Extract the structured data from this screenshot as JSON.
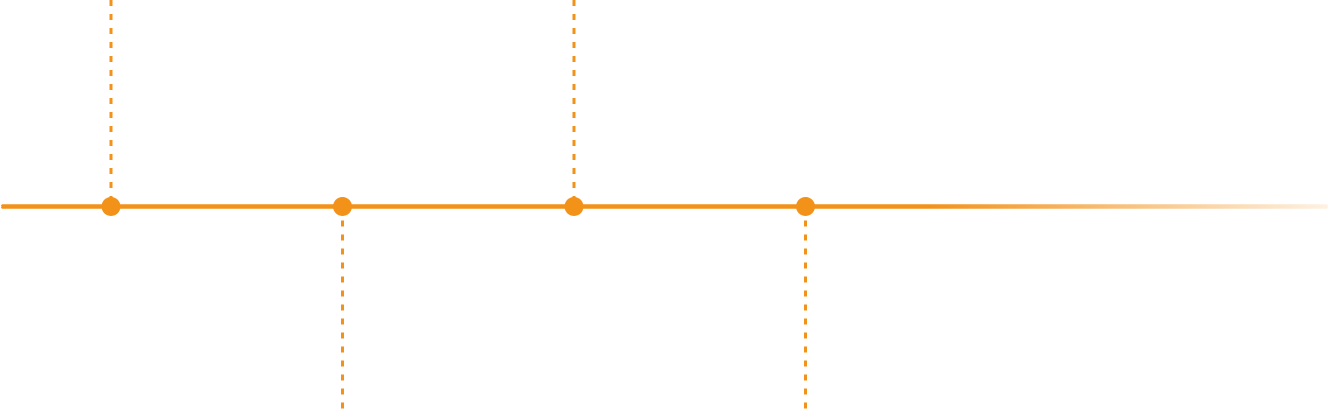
{
  "timeline": {
    "accent_color": "#F39219",
    "line_fade": "right",
    "milestones": [
      {
        "connector": "up"
      },
      {
        "connector": "down"
      },
      {
        "connector": "up"
      },
      {
        "connector": "down"
      }
    ]
  }
}
